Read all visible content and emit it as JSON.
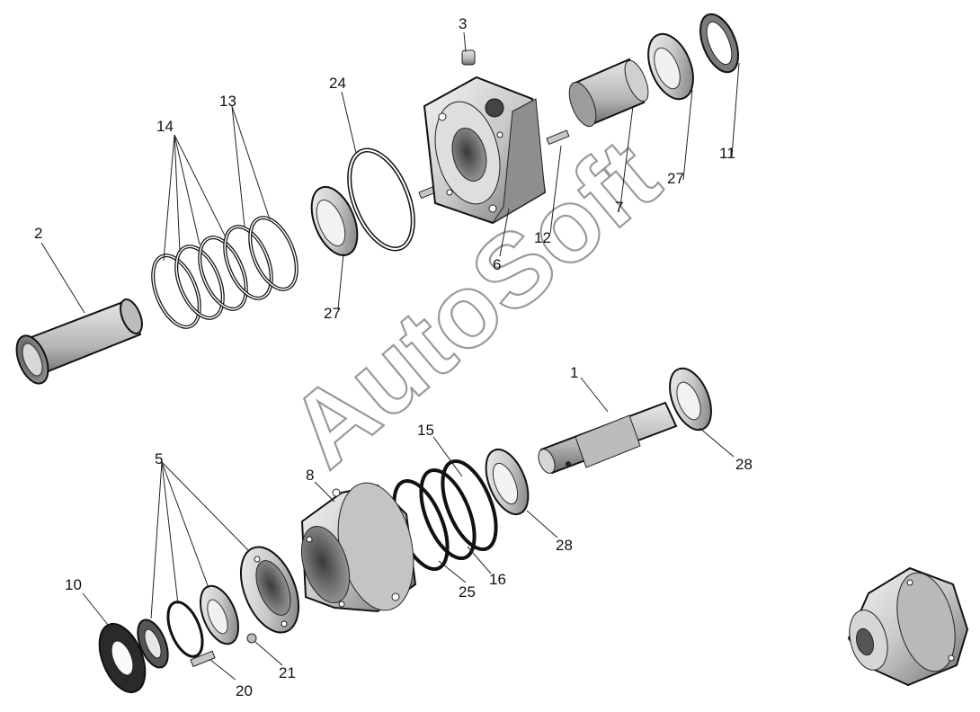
{
  "watermark": "AutoSoft",
  "part_labels": {
    "p1": "1",
    "p2": "2",
    "p3": "3",
    "p5": "5",
    "p6": "6",
    "p7": "7",
    "p8": "8",
    "p10": "10",
    "p11": "11",
    "p12": "12",
    "p13": "13",
    "p14": "14",
    "p15": "15",
    "p16": "16",
    "p20": "20",
    "p21": "21",
    "p24": "24",
    "p25": "25",
    "p27a": "27",
    "p27b": "27",
    "p28a": "28",
    "p28b": "28"
  }
}
